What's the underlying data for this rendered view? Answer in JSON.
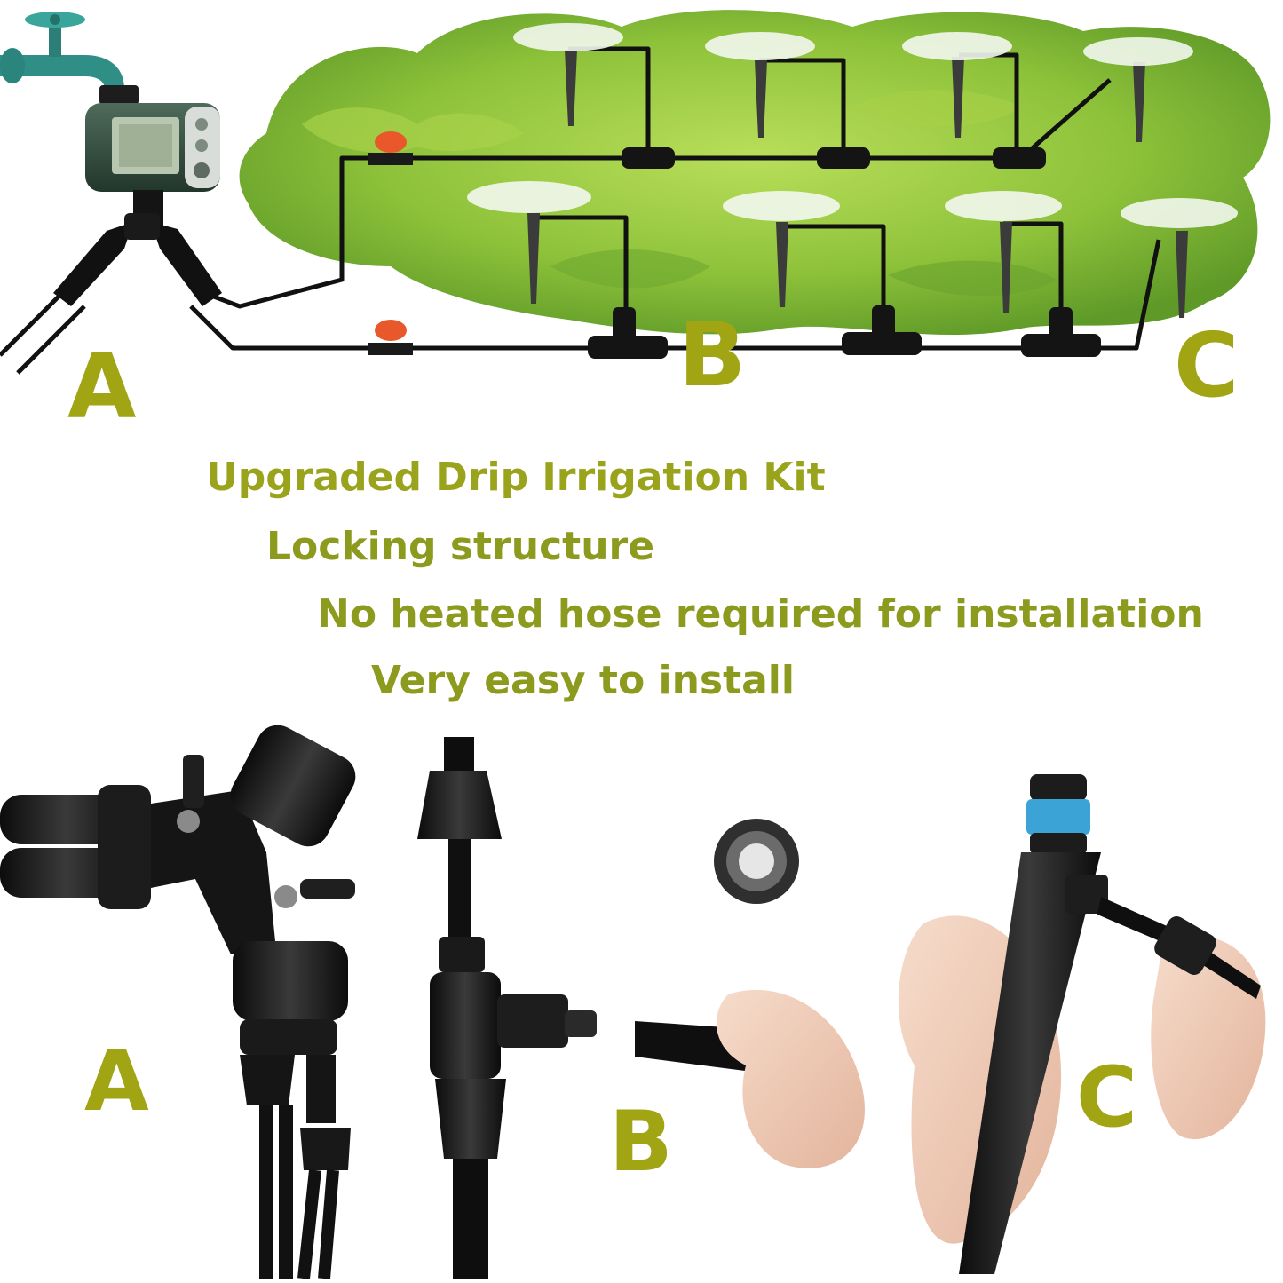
{
  "colors": {
    "accent_text": "#8c9a1e",
    "letter": "#a1a514",
    "foliage_light": "#9ccb3e",
    "foliage_dark": "#5e9a2a",
    "pipe": "#111111",
    "faucet": "#2f8f86",
    "valve_knob": "#e8582a",
    "emitter_ring": "#3ba3d6"
  },
  "icons": [
    "faucet-icon",
    "water-timer-icon",
    "y-splitter-icon",
    "shutoff-valve-icon",
    "tee-connector-icon",
    "dripper-stake-icon",
    "spray-mist-icon",
    "end-plug-icon"
  ],
  "diagram": {
    "labels": {
      "a": "A",
      "b": "B",
      "c": "C"
    }
  },
  "features": {
    "headline": "Upgraded Drip Irrigation Kit",
    "line1": "Locking structure",
    "line2": "No heated hose required for installation",
    "line3": "Very easy to install"
  },
  "parts": {
    "labels": {
      "a": "A",
      "b": "B",
      "c": "C"
    }
  }
}
